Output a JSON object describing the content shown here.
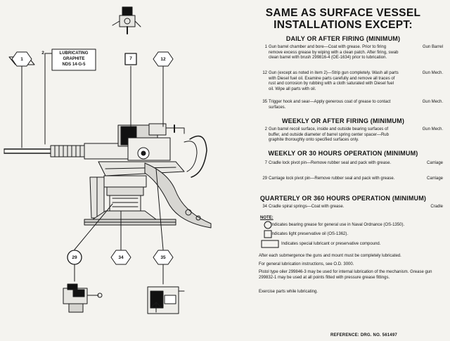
{
  "header": {
    "title_line1": "SAME AS SURFACE VESSEL",
    "title_line2": "INSTALLATIONS EXCEPT:"
  },
  "sections": [
    {
      "heading": "DAILY OR AFTER FIRING (MINIMUM)",
      "items": [
        {
          "num": "1",
          "text": "Gun barrel chamber and bore—Coat with grease. Prior to firing remove excess grease by wiping with a clean patch. After firing, swab clean barrel with brush 299816-4 (OE-1634) prior to lubrication.",
          "location": "Gun Barrel"
        },
        {
          "num": "12",
          "text": "Gun (except as noted in item 2)—Strip gun completely. Wash all parts with Diesel fuel oil. Examine parts carefully and remove all traces of rust and corrosion by rubbing with a cloth saturated with Diesel fuel oil. Wipe all parts with oil.",
          "location": "Gun Mech."
        },
        {
          "num": "35",
          "text": "Trigger hook and sear—Apply generous coat of grease to contact surfaces.",
          "location": "Gun Mech."
        }
      ]
    },
    {
      "heading": "WEEKLY OR AFTER FIRING (MINIMUM)",
      "items": [
        {
          "num": "2",
          "text": "Gun barrel recoil surface, inside and outside bearing surfaces of buffer, and outside diameter of barrel spring center spacer—Rub graphite thoroughly onto specified surfaces only.",
          "location": "Gun Mech."
        }
      ]
    },
    {
      "heading": "WEEKLY OR 30 HOURS OPERATION (MINIMUM)",
      "items": [
        {
          "num": "7",
          "text": "Cradle lock pivot pin—Remove rubber seal and pack with grease.",
          "location": "Carriage"
        },
        {
          "num": "29",
          "text": "Carriage lock pivot pin—Remove rubber seal and pack with grease.",
          "location": "Carriage"
        }
      ]
    },
    {
      "heading": "QUARTERLY OR 360 HOURS OPERATION (MINIMUM)",
      "items": [
        {
          "num": "34",
          "text": "Cradle spiral springs—Coat with grease.",
          "location": "Cradle"
        }
      ]
    }
  ],
  "note": {
    "label": "NOTE:",
    "legend": [
      {
        "shape": "circle",
        "text": "Indicates bearing grease for general use in Naval Ordnance (OS-1350)."
      },
      {
        "shape": "square",
        "text": "Indicates light preservative oil (OS-1362)."
      },
      {
        "shape": "rectangle",
        "text": "Indicates special lubricant or preservative compound."
      }
    ]
  },
  "remarks": [
    "After each submergence the guns and mount must be completely lubricated.",
    "For general lubrication instructions, see O.D. 3000.",
    "Pistol type oiler 299846-3 may be used for internal lubrication of the mechanism. Grease gun 299832-1 may be used at all points fitted with pressure grease fittings.",
    "Exercise parts while lubricating."
  ],
  "diagram": {
    "callouts": [
      {
        "id": "c1",
        "label": "1",
        "shape": "hexagon"
      },
      {
        "id": "c2",
        "label": "2",
        "shape": "rectangle-leader",
        "box_text": [
          "LUBRICATING",
          "GRAPHITE",
          "NDS 14-G-5"
        ]
      },
      {
        "id": "c7",
        "label": "7",
        "shape": "square"
      },
      {
        "id": "c12",
        "label": "12",
        "shape": "hexagon"
      },
      {
        "id": "c29",
        "label": "29",
        "shape": "circle"
      },
      {
        "id": "c34",
        "label": "34",
        "shape": "hexagon"
      },
      {
        "id": "c35",
        "label": "35",
        "shape": "hexagon"
      }
    ]
  },
  "footer": {
    "reference": "REFERENCE: DRG. NO. 561497"
  }
}
